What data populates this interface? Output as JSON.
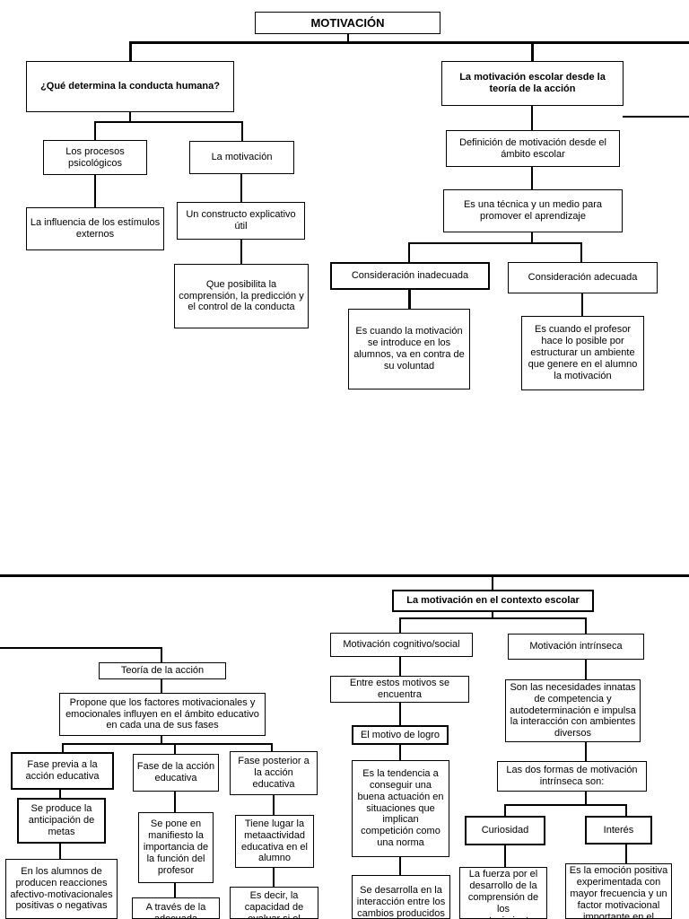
{
  "diagram": {
    "top": {
      "title": "MOTIVACIÓN",
      "q_conducta": "¿Qué determina la conducta humana?",
      "procesos": "Los procesos psicológicos",
      "influencia": "La influencia de los estímulos externos",
      "la_motivacion": "La motivación",
      "constructo": "Un constructo explicativo útil",
      "posibilita": "Que posibilita la comprensión, la predicción y el control de la conducta",
      "escolar_accion": "La motivación escolar desde la teoría de la acción",
      "definicion": "Definición de motivación desde el ámbito escolar",
      "tecnica": "Es una técnica y un medio para promover el aprendizaje",
      "inadecuada": "Consideración inadecuada",
      "adecuada": "Consideración adecuada",
      "inadecuada_desc": "Es cuando la motivación se introduce en los alumnos, va en contra de su voluntad",
      "adecuada_desc": "Es cuando el profesor hace lo posible por estructurar un ambiente que genere en el alumno la motivación"
    },
    "bottom": {
      "contexto": "La motivación en el contexto escolar",
      "teoria": "Teoría de la acción",
      "propone": "Propone que los factores motivacionales y emocionales influyen en el ámbito educativo en cada una de sus fases",
      "fase_previa": "Fase previa a la acción educativa",
      "fase_accion": "Fase de la acción educativa",
      "fase_posterior": "Fase posterior a la acción educativa",
      "anticipacion": "Se produce la anticipación de metas",
      "alumnos_reacciones": "En los alumnos de producen reacciones afectivo-motivacionales positivas o negativas",
      "manifiesto": "Se pone en manifiesto la importancia de la función del profesor",
      "a_traves": "A través de la adecuada",
      "metaactividad": "Tiene lugar la metaactividad educativa en el alumno",
      "es_decir": "Es decir, la capacidad de evaluar si el",
      "cognitivo_social": "Motivación cognitivo/social",
      "entre_motivos": "Entre estos motivos se encuentra",
      "motivo_logro": "El motivo de logro",
      "tendencia": "Es la tendencia a conseguir una buena actuación en situaciones que implican competición como una norma",
      "desarrolla": "Se desarrolla en la interacción entre los cambios producidos",
      "intrinseca": "Motivación intrínseca",
      "necesidades": "Son las necesidades innatas de competencia y autodeterminación e impulsa la interacción con ambientes diversos",
      "dos_formas": "Las dos formas de motivación intrínseca son:",
      "curiosidad": "Curiosidad",
      "interes": "Interés",
      "fuerza": "La fuerza por el desarrollo de la comprensión de los acontecimientos",
      "emocion": "Es la emoción positiva experimentada con mayor frecuencia y un factor motivacional importante en el"
    }
  }
}
